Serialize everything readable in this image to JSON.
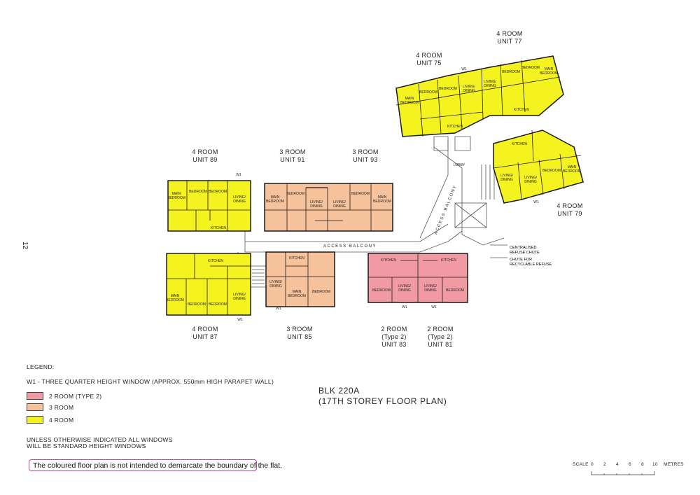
{
  "page_number": "12",
  "plan_title": {
    "line1": "BLK 220A",
    "line2": "(17TH STOREY FLOOR PLAN)"
  },
  "colors": {
    "two_room": "#f29aa4",
    "three_room": "#f6c29c",
    "four_room": "#f4f21f",
    "wall": "#1a1a1a"
  },
  "units": [
    {
      "id": "u89",
      "type": "4 ROOM",
      "unit": "UNIT 89"
    },
    {
      "id": "u91",
      "type": "3 ROOM",
      "unit": "UNIT 91"
    },
    {
      "id": "u93",
      "type": "3 ROOM",
      "unit": "UNIT 93"
    },
    {
      "id": "u75",
      "type": "4 ROOM",
      "unit": "UNIT 75"
    },
    {
      "id": "u77",
      "type": "4 ROOM",
      "unit": "UNIT 77"
    },
    {
      "id": "u79",
      "type": "4 ROOM",
      "unit": "UNIT 79"
    },
    {
      "id": "u87",
      "type": "4 ROOM",
      "unit": "UNIT 87"
    },
    {
      "id": "u85",
      "type": "3 ROOM",
      "unit": "UNIT 85"
    },
    {
      "id": "u83",
      "type": "2 ROOM",
      "subtype": "(Type 2)",
      "unit": "UNIT 83"
    },
    {
      "id": "u81",
      "type": "2 ROOM",
      "subtype": "(Type 2)",
      "unit": "UNIT 81"
    }
  ],
  "room_labels": {
    "main_bedroom_1": "MAIN",
    "main_bedroom_2": "BEDROOM",
    "bedroom": "BEDROOM",
    "living_1": "LIVING/",
    "living_2": "DINING",
    "kitchen": "KITCHEN",
    "lobby": "LOBBY"
  },
  "plan_annotations": {
    "access_balcony": "ACCESS BALCONY",
    "access_balcony_diag": "ACCESS BALCONY",
    "centralised_refuse_1": "CENTRALISED",
    "centralised_refuse_2": "REFUSE CHUTE",
    "chute_recyclable_1": "CHUTE FOR",
    "chute_recyclable_2": "RECYCLABLE REFUSE",
    "w1": "W1"
  },
  "legend": {
    "heading": "LEGEND:",
    "w1_note": "W1  -  THREE QUARTER HEIGHT WINDOW (APPROX. 550mm HIGH PARAPET WALL)",
    "items": [
      {
        "label": "2 ROOM (TYPE 2)",
        "color": "#f29aa4"
      },
      {
        "label": "3 ROOM",
        "color": "#f6c29c"
      },
      {
        "label": "4 ROOM",
        "color": "#f4f21f"
      }
    ],
    "window_note_1": "UNLESS OTHERWISE INDICATED ALL WINDOWS",
    "window_note_2": "WILL BE STANDARD HEIGHT WINDOWS"
  },
  "notice": "The coloured floor plan is not intended to demarcate the boundary of the flat.",
  "scale": {
    "label": "SCALE",
    "ticks": [
      "0",
      "2",
      "4",
      "6",
      "8",
      "10"
    ],
    "unit": "METRES"
  }
}
